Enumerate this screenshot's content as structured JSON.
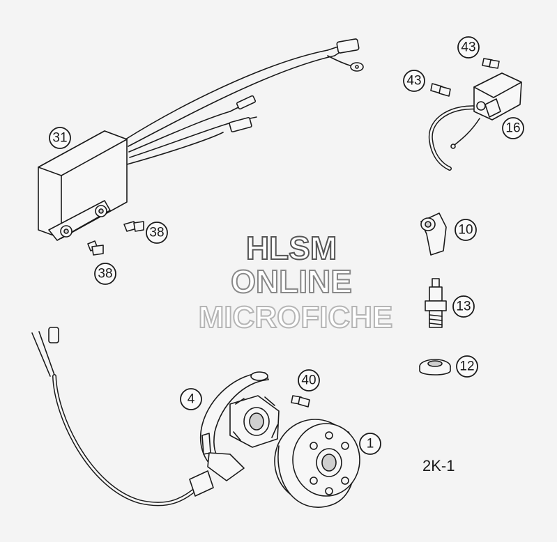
{
  "watermark": {
    "line1": "HLSM",
    "line2": "ONLINE",
    "line3": "MICROFICHE"
  },
  "plate_code": "2K-1",
  "callouts": {
    "c43a": "43",
    "c43b": "43",
    "c16": "16",
    "c31": "31",
    "c38a": "38",
    "c38b": "38",
    "c10": "10",
    "c13": "13",
    "c12": "12",
    "c40": "40",
    "c4": "4",
    "c1": "1"
  }
}
